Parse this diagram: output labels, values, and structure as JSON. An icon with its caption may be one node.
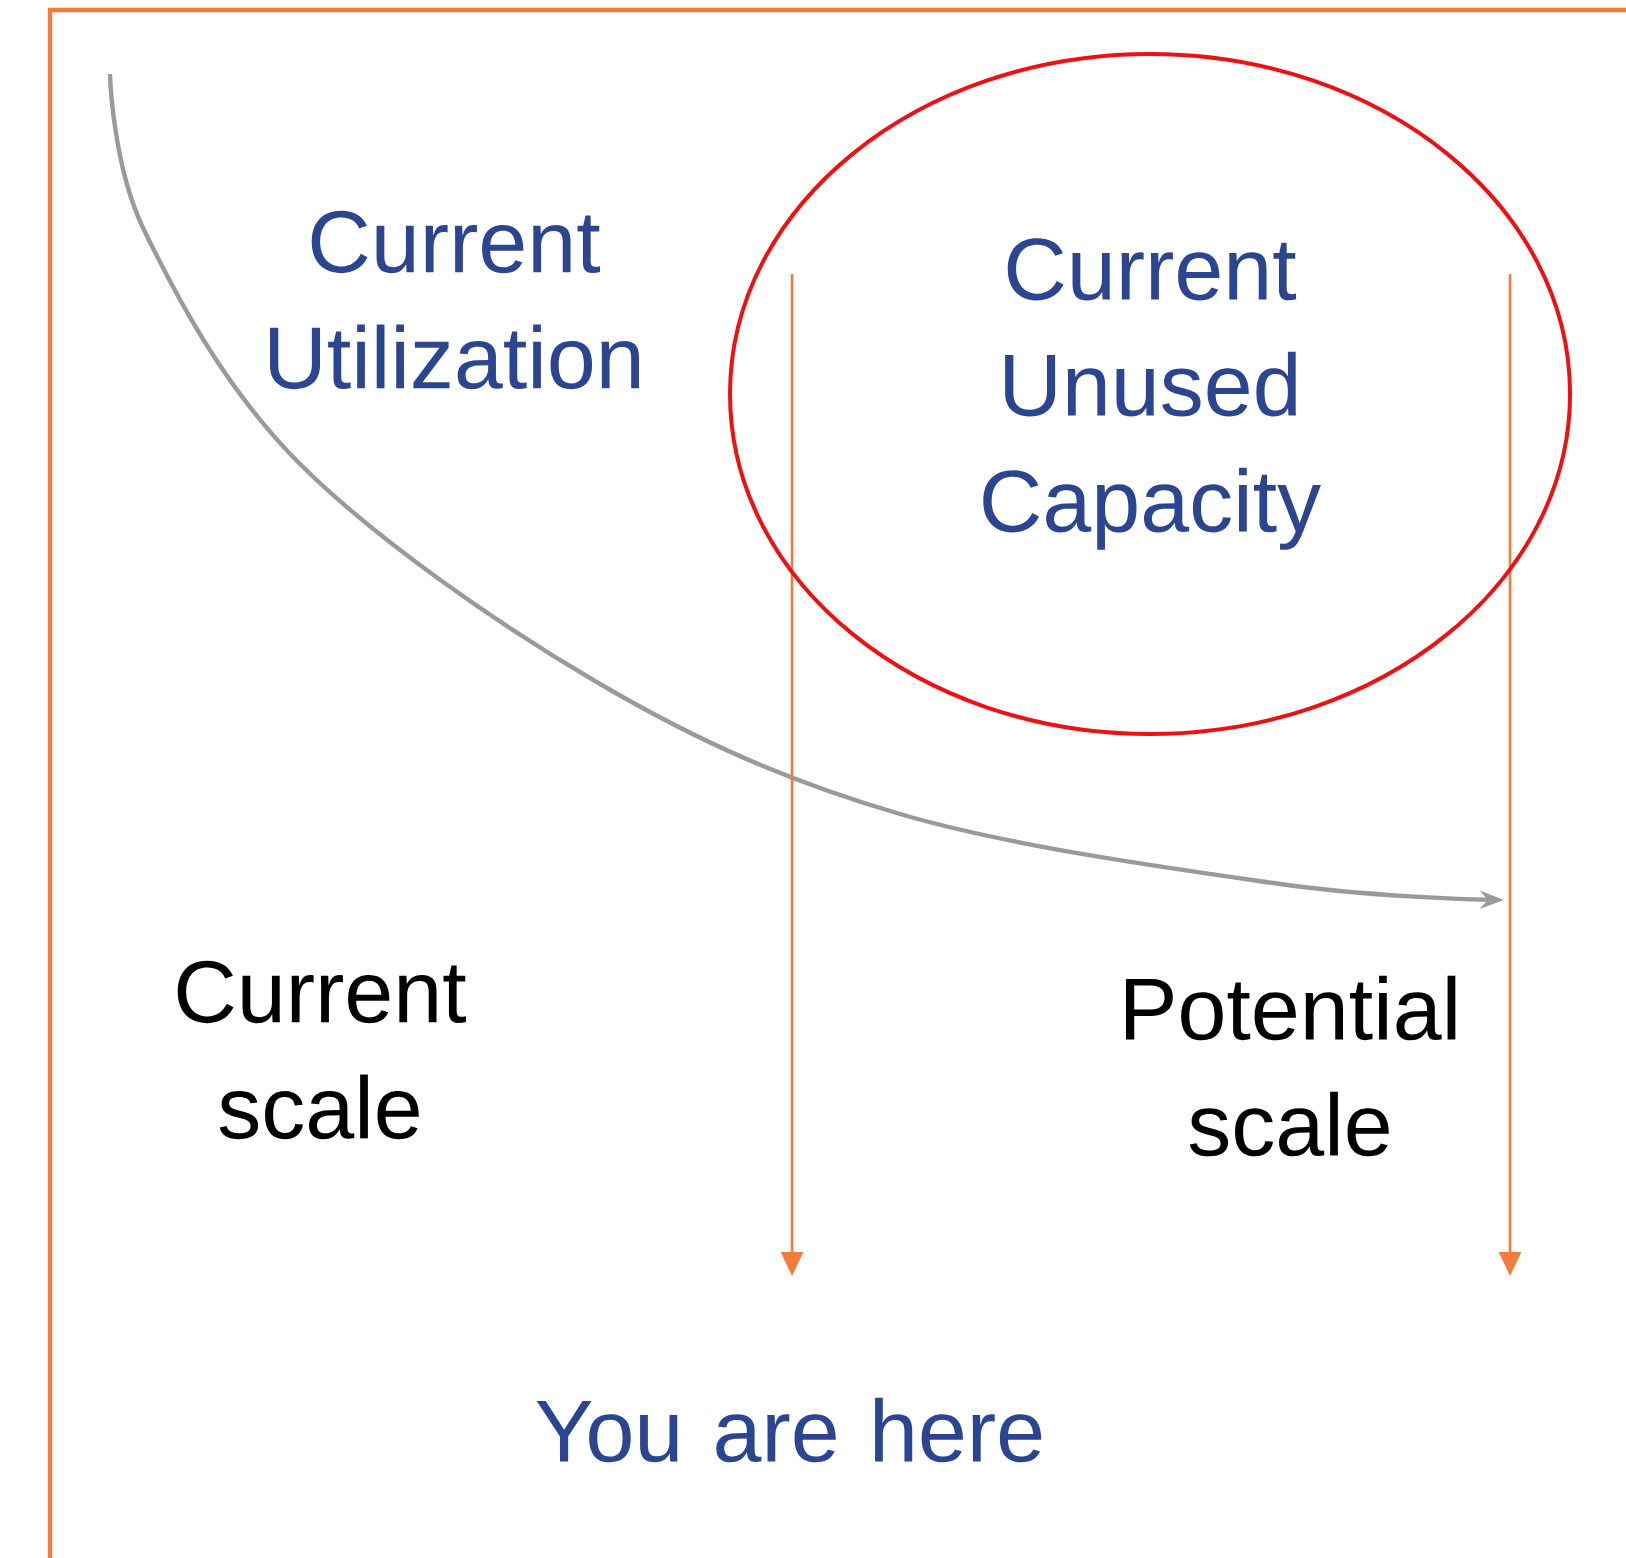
{
  "diagram": {
    "nodes": [
      {
        "text": [
          "Current Unused Capacity"
        ]
      }
    ],
    "edges": [],
    "labels": [
      "Current Utilization",
      "Current scale",
      "Potential scale",
      "You are here"
    ]
  }
}
